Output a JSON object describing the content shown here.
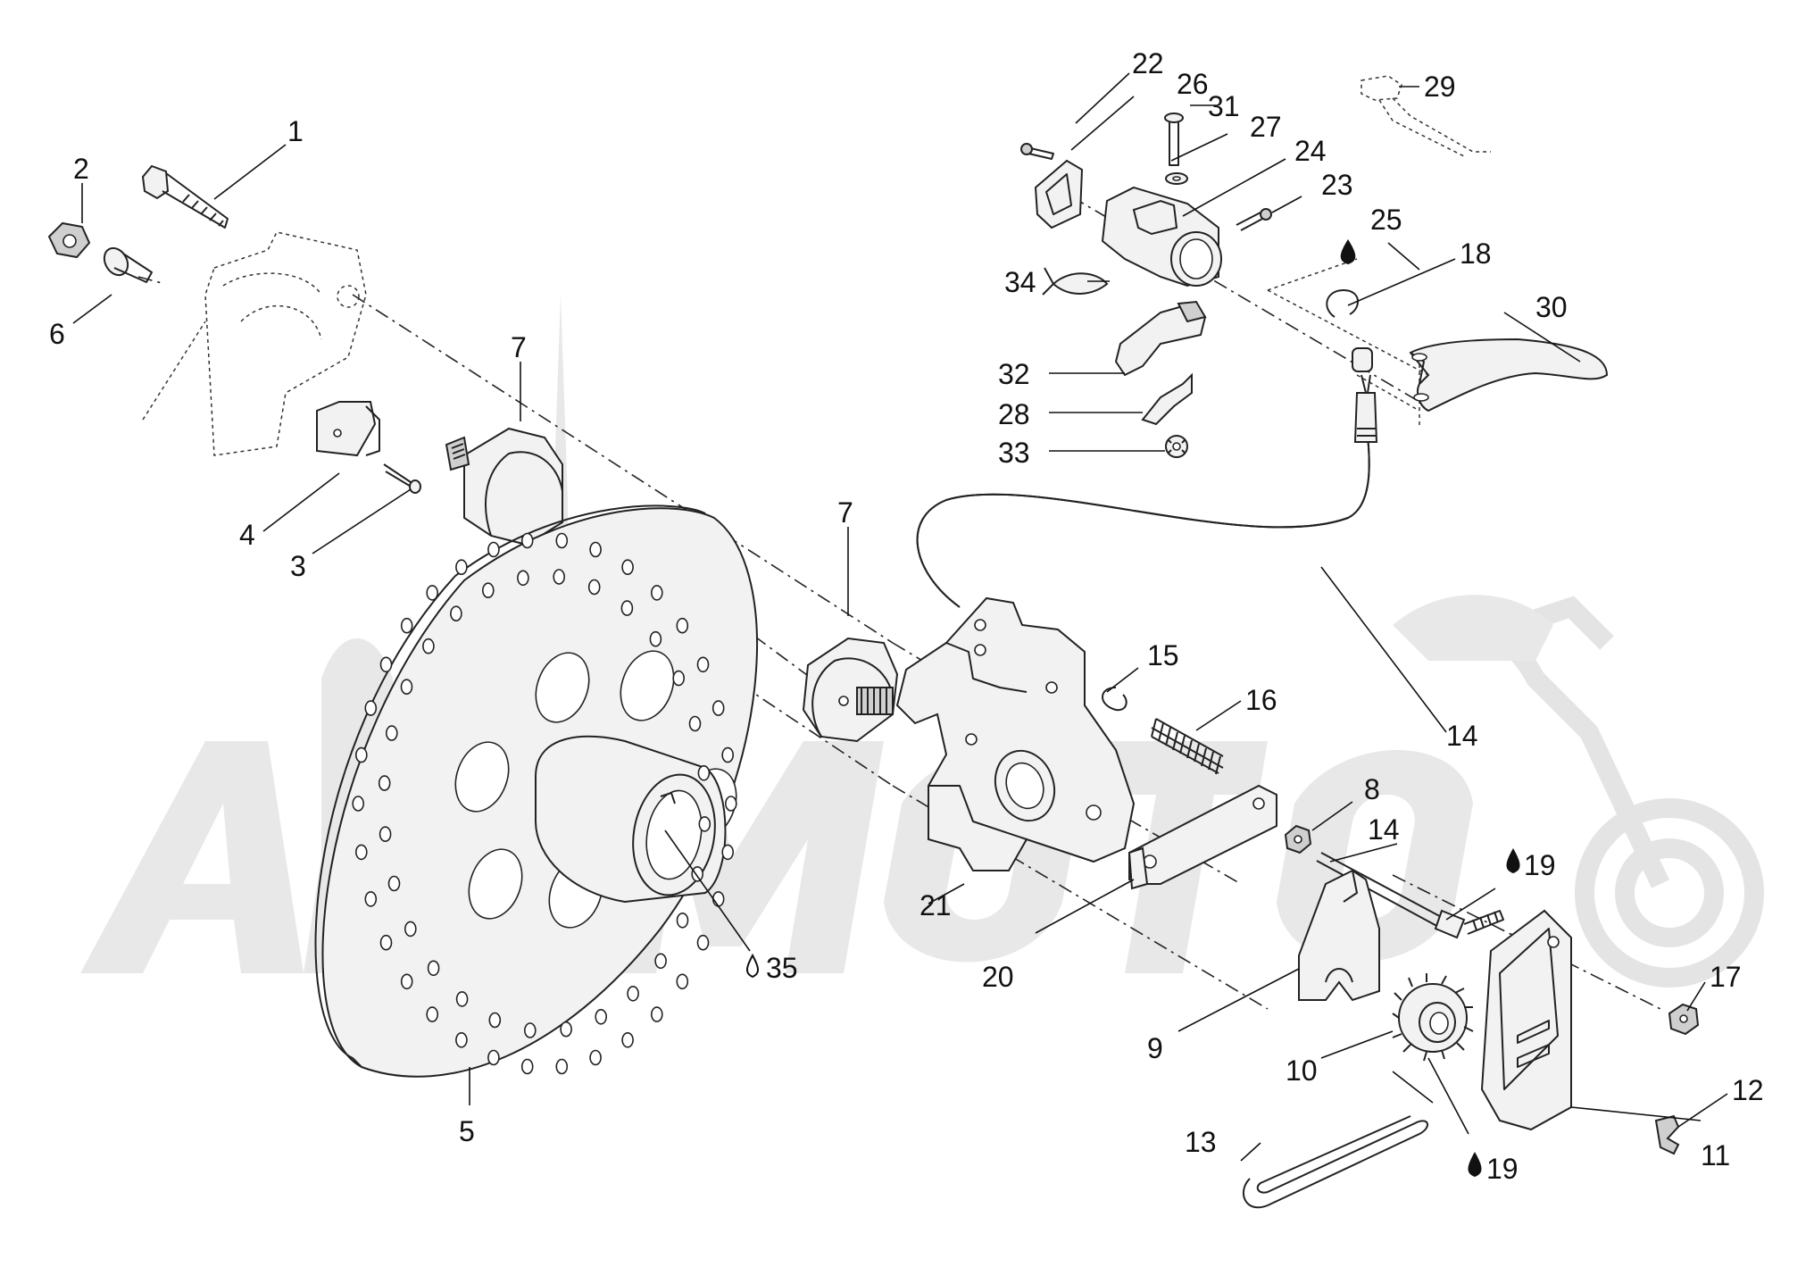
{
  "watermark": {
    "text": "Aei Moto",
    "color": "#e6e6e6"
  },
  "callouts": [
    {
      "id": "1",
      "label": "1"
    },
    {
      "id": "2",
      "label": "2"
    },
    {
      "id": "3",
      "label": "3"
    },
    {
      "id": "4",
      "label": "4"
    },
    {
      "id": "5",
      "label": "5"
    },
    {
      "id": "6",
      "label": "6"
    },
    {
      "id": "7a",
      "label": "7"
    },
    {
      "id": "7b",
      "label": "7"
    },
    {
      "id": "8",
      "label": "8"
    },
    {
      "id": "9",
      "label": "9"
    },
    {
      "id": "10",
      "label": "10"
    },
    {
      "id": "11",
      "label": "11"
    },
    {
      "id": "12",
      "label": "12"
    },
    {
      "id": "13",
      "label": "13"
    },
    {
      "id": "14a",
      "label": "14"
    },
    {
      "id": "14b",
      "label": "14"
    },
    {
      "id": "15",
      "label": "15"
    },
    {
      "id": "16",
      "label": "16"
    },
    {
      "id": "17",
      "label": "17"
    },
    {
      "id": "18",
      "label": "18"
    },
    {
      "id": "19a",
      "label": "19"
    },
    {
      "id": "19b",
      "label": "19"
    },
    {
      "id": "20",
      "label": "20"
    },
    {
      "id": "21",
      "label": "21"
    },
    {
      "id": "22",
      "label": "22"
    },
    {
      "id": "23",
      "label": "23"
    },
    {
      "id": "24",
      "label": "24"
    },
    {
      "id": "25",
      "label": "25"
    },
    {
      "id": "26",
      "label": "26"
    },
    {
      "id": "27",
      "label": "27"
    },
    {
      "id": "28",
      "label": "28"
    },
    {
      "id": "29",
      "label": "29"
    },
    {
      "id": "30",
      "label": "30"
    },
    {
      "id": "31",
      "label": "31"
    },
    {
      "id": "32",
      "label": "32"
    },
    {
      "id": "33",
      "label": "33"
    },
    {
      "id": "34",
      "label": "34"
    },
    {
      "id": "35",
      "label": "35"
    }
  ],
  "icons": {
    "grease_drop": "grease-drop-icon",
    "oil_drop_outline": "oil-drop-outline-icon"
  }
}
